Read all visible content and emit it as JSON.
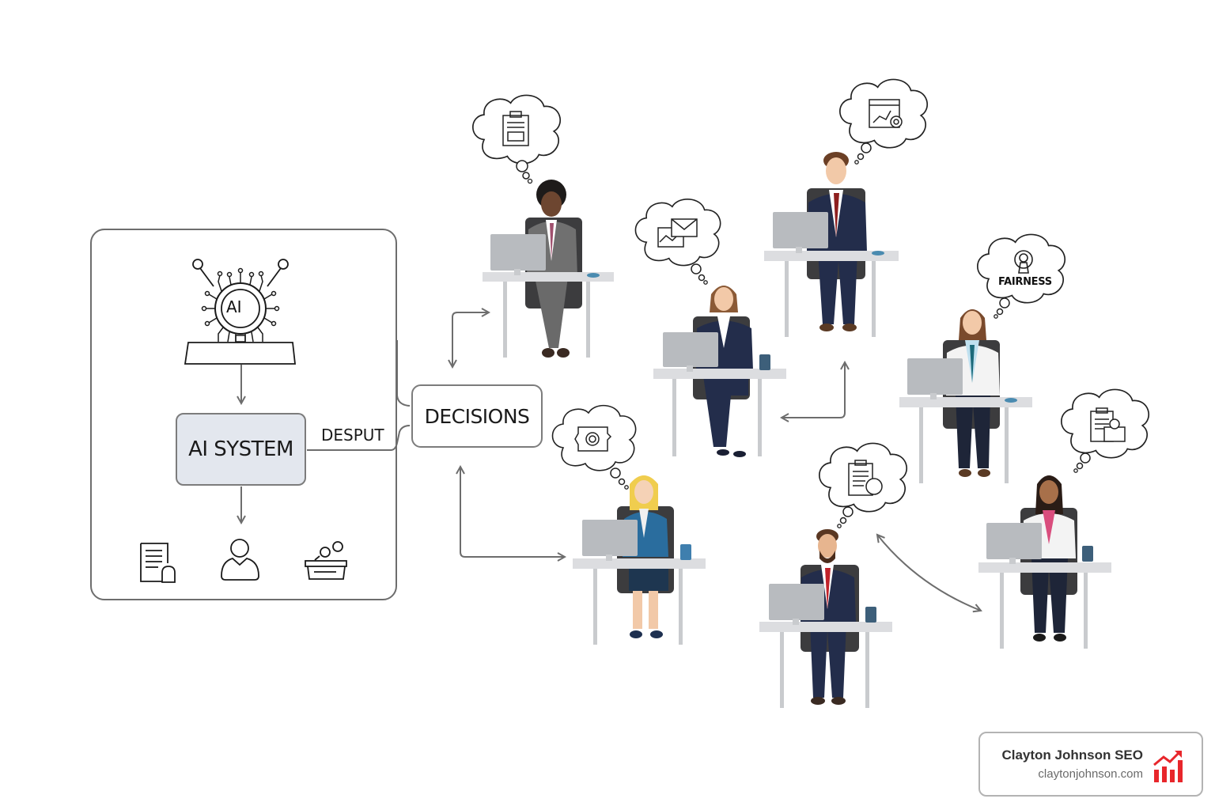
{
  "diagram": {
    "ai_panel": {
      "chip_label": "AI",
      "system_label": "AI SYSTEM",
      "output_icons": [
        "document-lock-icon",
        "user-icon",
        "inbox-tray-icon"
      ]
    },
    "connector_label": "DESPUT",
    "decisions_label": "DECISIONS",
    "workers": [
      {
        "id": "worker-1",
        "thought_icon": "clipboard-icon",
        "attire": "grey suit, pink tie",
        "has_mug": false
      },
      {
        "id": "worker-2",
        "thought_icon": "email-chart-icon",
        "attire": "navy suit",
        "has_mug": true
      },
      {
        "id": "worker-3",
        "thought_icon": "browser-gear-icon",
        "attire": "navy suit, red tie",
        "has_mug": false
      },
      {
        "id": "worker-4",
        "thought_icon": "fairness-icon",
        "thought_label": "FAIRNESS",
        "attire": "white coat, teal tie",
        "has_mug": false
      },
      {
        "id": "worker-5",
        "thought_icon": "camera-scan-icon",
        "attire": "blue blazer",
        "has_mug": true
      },
      {
        "id": "worker-6",
        "thought_icon": "clipboard-brain-icon",
        "attire": "navy suit, red tie",
        "has_mug": true
      },
      {
        "id": "worker-7",
        "thought_icon": "clipboard-person-icon",
        "attire": "white blazer, pink top",
        "has_mug": true
      }
    ],
    "colors": {
      "line": "#6d6d6d",
      "ai_system_fill": "#e3e7ee",
      "navy": "#232d4b",
      "grey_suit": "#6b6b6b",
      "desk": "#dcdde0",
      "monitor": "#b8bbbf",
      "brand_red": "#e8262b"
    }
  },
  "brand": {
    "name": "Clayton Johnson SEO",
    "url": "claytonjohnson.com",
    "logo_icon": "bar-chart-trend-icon"
  }
}
